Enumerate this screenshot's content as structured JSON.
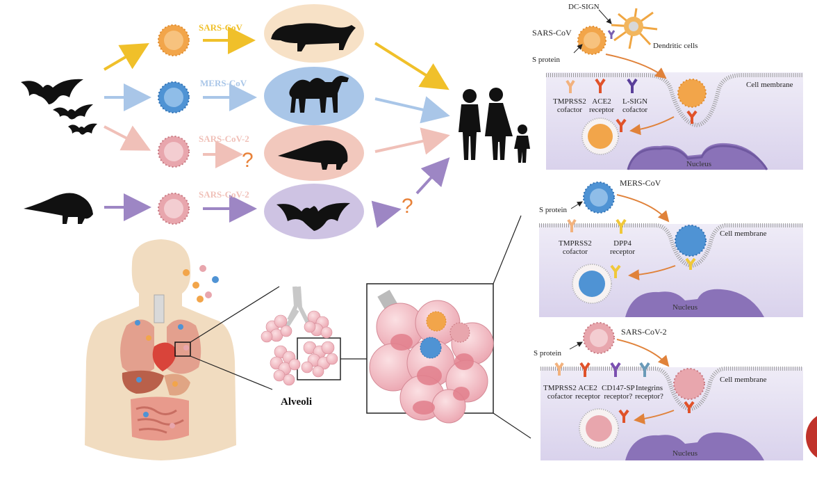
{
  "transmission": {
    "rows": [
      {
        "virus": "SARS-CoV",
        "color": "#f0c02a"
      },
      {
        "virus": "MERS-CoV",
        "color": "#a9c6e8"
      },
      {
        "virus": "SARS-CoV-2",
        "color": "#f0c0b8"
      },
      {
        "virus": "SARS-CoV-2",
        "color": "#9d86c4"
      }
    ],
    "question_mark": "?"
  },
  "alveoli_label": "Alveoli",
  "panel1": {
    "dcsign": "DC-SIGN",
    "virus": "SARS-CoV",
    "dendritic": "Dendritic cells",
    "sprotein": "S protein",
    "membrane": "Cell membrane",
    "nucleus": "Nucleus",
    "receptors": [
      {
        "l1": "TMPRSS2",
        "l2": "cofactor"
      },
      {
        "l1": "ACE2",
        "l2": "receptor"
      },
      {
        "l1": "L-SIGN",
        "l2": "cofactor"
      }
    ]
  },
  "panel2": {
    "virus": "MERS-CoV",
    "sprotein": "S protein",
    "membrane": "Cell membrane",
    "nucleus": "Nucleus",
    "receptors": [
      {
        "l1": "TMPRSS2",
        "l2": "cofactor"
      },
      {
        "l1": "DPP4",
        "l2": "receptor"
      }
    ]
  },
  "panel3": {
    "virus": "SARS-CoV-2",
    "sprotein": "S protein",
    "membrane": "Cell membrane",
    "nucleus": "Nucleus",
    "receptors": [
      {
        "l1": "TMPRSS2",
        "l2": "cofactor"
      },
      {
        "l1": "ACE2",
        "l2": "receptor"
      },
      {
        "l1": "CD147-SP",
        "l2": "receptor?"
      },
      {
        "l1": "Integrins",
        "l2": "receptor?"
      }
    ]
  },
  "colors": {
    "sars": "#f2a54a",
    "mers": "#4f93d4",
    "sars2": "#e8a6ad",
    "membrane_bg": "#e6e2f2",
    "skin": "#f1dcc0"
  }
}
